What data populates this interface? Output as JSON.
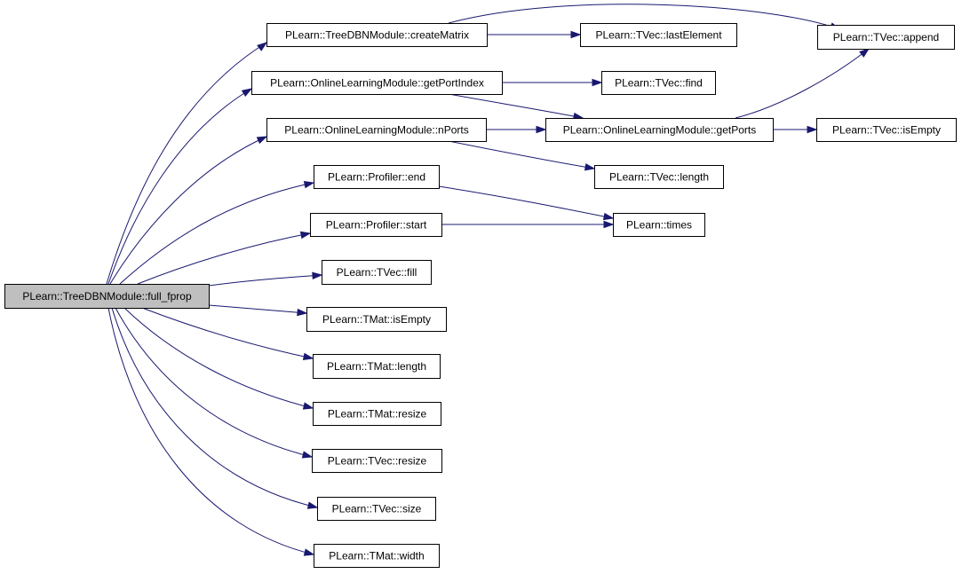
{
  "nodes": [
    {
      "id": "root",
      "label": "PLearn::TreeDBNModule::full_fprop",
      "root": true
    },
    {
      "id": "createMatrix",
      "label": "PLearn::TreeDBNModule::createMatrix"
    },
    {
      "id": "getPortIndex",
      "label": "PLearn::OnlineLearningModule::getPortIndex"
    },
    {
      "id": "nPorts",
      "label": "PLearn::OnlineLearningModule::nPorts"
    },
    {
      "id": "profEnd",
      "label": "PLearn::Profiler::end"
    },
    {
      "id": "profStart",
      "label": "PLearn::Profiler::start"
    },
    {
      "id": "tvecFill",
      "label": "PLearn::TVec::fill"
    },
    {
      "id": "tmatIsEmpty",
      "label": "PLearn::TMat::isEmpty"
    },
    {
      "id": "tmatLength",
      "label": "PLearn::TMat::length"
    },
    {
      "id": "tmatResize",
      "label": "PLearn::TMat::resize"
    },
    {
      "id": "tvecResize",
      "label": "PLearn::TVec::resize"
    },
    {
      "id": "tvecSize",
      "label": "PLearn::TVec::size"
    },
    {
      "id": "tmatWidth",
      "label": "PLearn::TMat::width"
    },
    {
      "id": "lastElement",
      "label": "PLearn::TVec::lastElement"
    },
    {
      "id": "tvecFind",
      "label": "PLearn::TVec::find"
    },
    {
      "id": "getPorts",
      "label": "PLearn::OnlineLearningModule::getPorts"
    },
    {
      "id": "tvecLength",
      "label": "PLearn::TVec::length"
    },
    {
      "id": "times",
      "label": "PLearn::times"
    },
    {
      "id": "append",
      "label": "PLearn::TVec::append"
    },
    {
      "id": "tvecIsEmpty",
      "label": "PLearn::TVec::isEmpty"
    }
  ],
  "edges": [
    {
      "from": "root",
      "to": "createMatrix"
    },
    {
      "from": "root",
      "to": "getPortIndex"
    },
    {
      "from": "root",
      "to": "nPorts"
    },
    {
      "from": "root",
      "to": "profEnd"
    },
    {
      "from": "root",
      "to": "profStart"
    },
    {
      "from": "root",
      "to": "tvecFill"
    },
    {
      "from": "root",
      "to": "tmatIsEmpty"
    },
    {
      "from": "root",
      "to": "tmatLength"
    },
    {
      "from": "root",
      "to": "tmatResize"
    },
    {
      "from": "root",
      "to": "tvecResize"
    },
    {
      "from": "root",
      "to": "tvecSize"
    },
    {
      "from": "root",
      "to": "tmatWidth"
    },
    {
      "from": "createMatrix",
      "to": "append"
    },
    {
      "from": "createMatrix",
      "to": "lastElement"
    },
    {
      "from": "getPortIndex",
      "to": "tvecFind"
    },
    {
      "from": "getPortIndex",
      "to": "getPorts"
    },
    {
      "from": "nPorts",
      "to": "getPorts"
    },
    {
      "from": "nPorts",
      "to": "tvecLength"
    },
    {
      "from": "getPorts",
      "to": "append"
    },
    {
      "from": "getPorts",
      "to": "tvecIsEmpty"
    },
    {
      "from": "profEnd",
      "to": "times"
    },
    {
      "from": "profStart",
      "to": "times"
    }
  ],
  "colors": {
    "edge": "#191970",
    "root_fill": "#bfbfbf",
    "node_fill": "#ffffff",
    "node_border": "#000000"
  }
}
